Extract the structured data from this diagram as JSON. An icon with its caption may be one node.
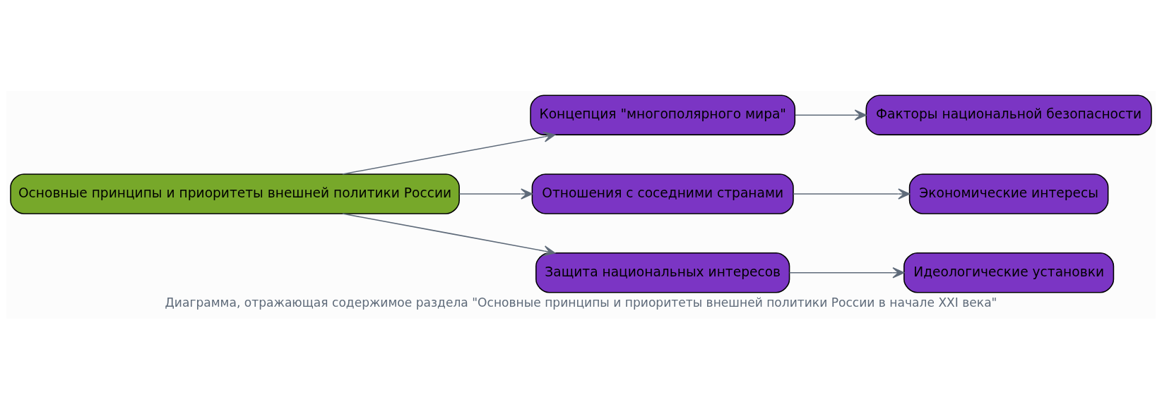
{
  "diagram": {
    "title": "Диаграмма, отражающая содержимое раздела \"Основные принципы и приоритеты внешней политики России в начале XXI века\"",
    "nodes": [
      {
        "text": [
          "Основные принципы и приоритеты внешней политики России"
        ]
      },
      {
        "text": [
          "Концепция \"многополярного мира\""
        ]
      },
      {
        "text": [
          "Отношения с соседними странами"
        ]
      },
      {
        "text": [
          "Защита национальных интересов"
        ]
      },
      {
        "text": [
          "Факторы национальной безопасности"
        ]
      },
      {
        "text": [
          "Экономические интересы"
        ]
      },
      {
        "text": [
          "Идеологические установки"
        ]
      }
    ],
    "edges": [
      {
        "from": 0,
        "to": 1,
        "arrow": "to"
      },
      {
        "from": 0,
        "to": 2,
        "arrow": "to"
      },
      {
        "from": 0,
        "to": 3,
        "arrow": "to"
      },
      {
        "from": 1,
        "to": 4,
        "arrow": "to"
      },
      {
        "from": 2,
        "to": 5,
        "arrow": "to"
      },
      {
        "from": 3,
        "to": 6,
        "arrow": "to"
      }
    ]
  }
}
